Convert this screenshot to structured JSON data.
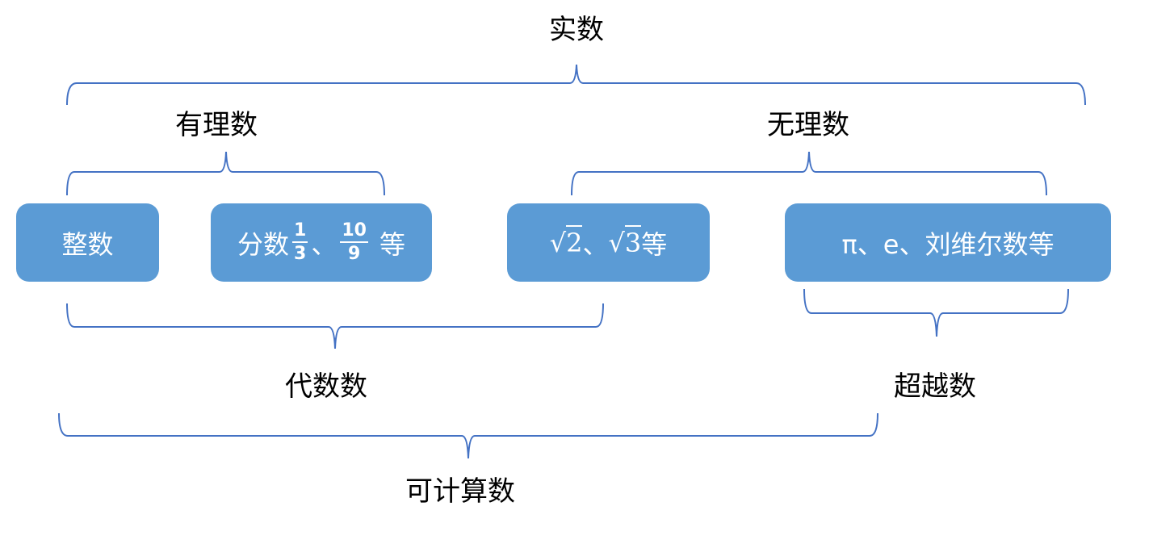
{
  "labels": {
    "real": "实数",
    "rational": "有理数",
    "irrational": "无理数",
    "algebraic": "代数数",
    "transcendental": "超越数",
    "computable": "可计算数"
  },
  "boxes": {
    "integer": {
      "text": "整数"
    },
    "fraction": {
      "prefix": "分数",
      "frac1_num": "1",
      "frac1_den": "3",
      "sep": "、",
      "frac2_num": "10",
      "frac2_den": "9",
      "suffix": "等"
    },
    "roots": {
      "sqrt_sign": "√",
      "r1": "2",
      "sep": "、",
      "r2": "3",
      "suffix": "等"
    },
    "transcendental_examples": {
      "text": "π、e、刘维尔数等"
    }
  },
  "colors": {
    "box_fill": "#5b9bd5",
    "brace_stroke": "#4472c4"
  }
}
